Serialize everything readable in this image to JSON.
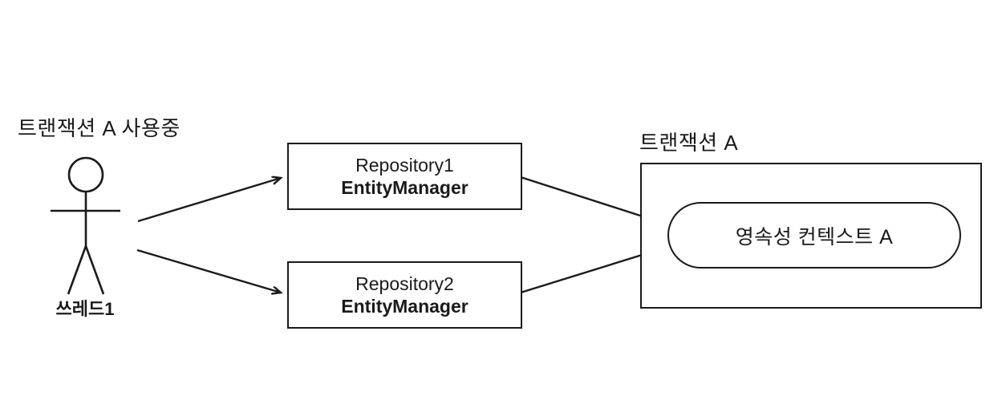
{
  "diagram": {
    "title_note": "트랜잭션 A 사용중",
    "actor": {
      "label": "쓰레드1"
    },
    "nodes": {
      "repo1": {
        "title": "Repository1",
        "subtitle": "EntityManager"
      },
      "repo2": {
        "title": "Repository2",
        "subtitle": "EntityManager"
      },
      "transaction": {
        "label": "트랜잭션 A"
      },
      "context": {
        "label": "영속성 컨텍스트 A"
      }
    },
    "edges": [
      {
        "from": "쓰레드1",
        "to": "Repository1"
      },
      {
        "from": "쓰레드1",
        "to": "Repository2"
      },
      {
        "from": "Repository1",
        "to": "영속성 컨텍스트 A"
      },
      {
        "from": "Repository2",
        "to": "영속성 컨텍스트 A"
      }
    ],
    "colors": {
      "stroke": "#1a1a1a",
      "background": "#ffffff",
      "text": "#1a1a1a"
    }
  }
}
